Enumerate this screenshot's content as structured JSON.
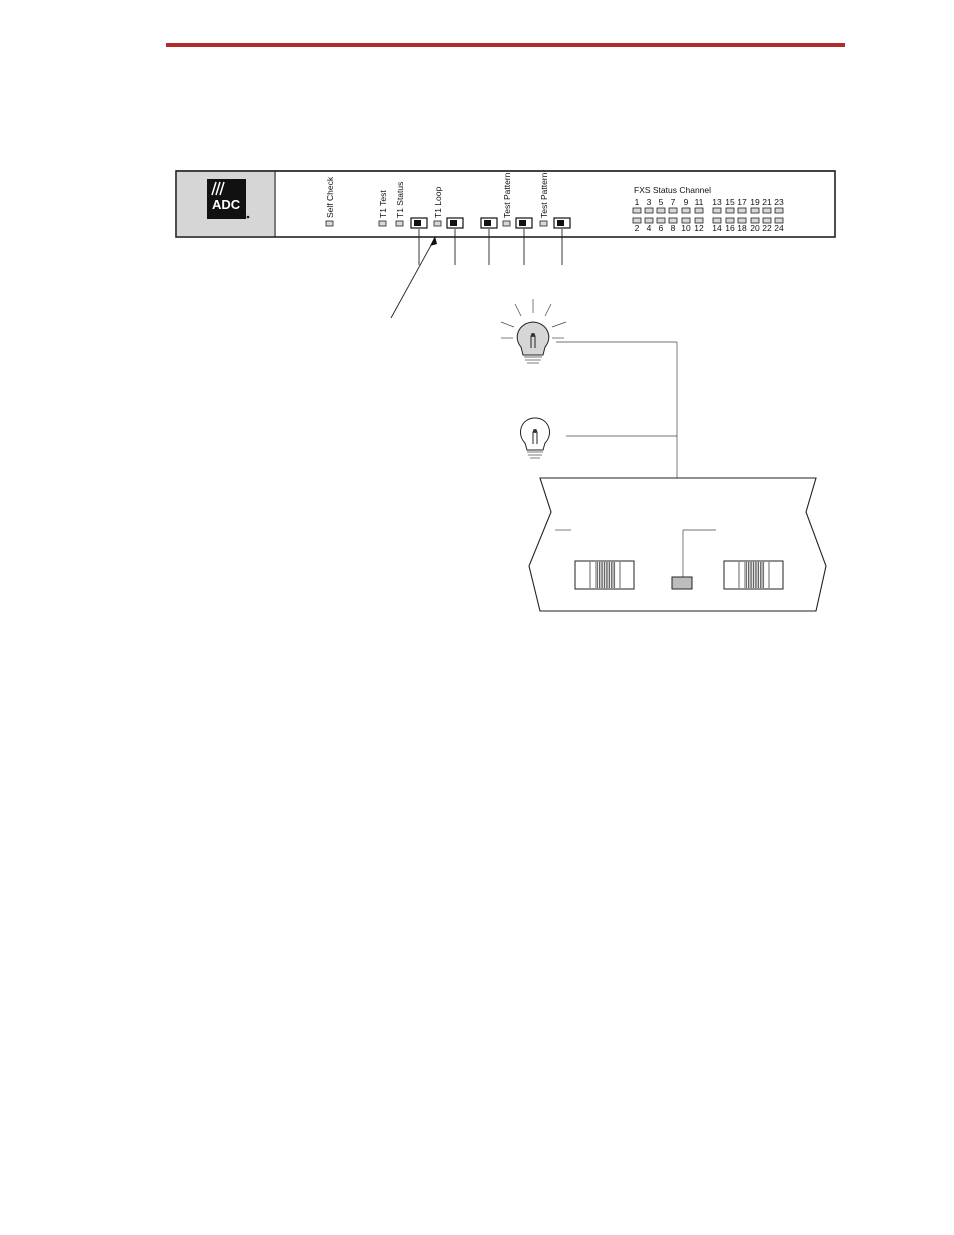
{
  "colors": {
    "rule": "#b22a2e",
    "logo_bg": "#d6d6d6",
    "led": "#d8d8d8",
    "indicator": "#bdbdbd"
  },
  "panel": {
    "logo_text": "ADC",
    "vertical_labels": [
      "Self Check",
      "T1 Test",
      "T1 Status",
      "T1 Loop",
      "Test Pattern",
      "Test Pattern"
    ],
    "fxs_title": "FXS Status Channel",
    "fxs_top_numbers": [
      "1",
      "3",
      "5",
      "7",
      "9",
      "11",
      "13",
      "15",
      "17",
      "19",
      "21",
      "23"
    ],
    "fxs_bottom_numbers": [
      "2",
      "4",
      "6",
      "8",
      "10",
      "12",
      "14",
      "16",
      "18",
      "20",
      "22",
      "24"
    ]
  },
  "icons": {
    "lit_bulb": "light-bulb-on-icon",
    "unlit_bulb": "light-bulb-off-icon",
    "logo": "adc-logo-icon"
  }
}
